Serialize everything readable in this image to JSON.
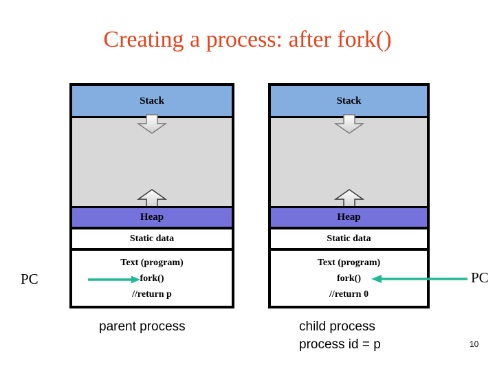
{
  "slide": {
    "title": "Creating a process: after fork()",
    "page_number": "10",
    "title_color": "#E8421A",
    "accent_arrow_color": "#22B894",
    "stack_band_color": "#85AEE0",
    "heap_band_color": "#7573DB",
    "gap_band_color": "#D8D8D8"
  },
  "parent": {
    "caption": "parent process",
    "pc_label": "PC",
    "segments": {
      "stack": "Stack",
      "heap": "Heap",
      "static": "Static data",
      "text_line1": "Text (program)",
      "text_line2": "fork()",
      "text_line3": "//return p"
    }
  },
  "child": {
    "caption_line1": "child process",
    "caption_line2": "process id = p",
    "pc_label": "PC",
    "segments": {
      "stack": "Stack",
      "heap": "Heap",
      "static": "Static data",
      "text_line1": "Text (program)",
      "text_line2": "fork()",
      "text_line3": "//return 0"
    }
  }
}
